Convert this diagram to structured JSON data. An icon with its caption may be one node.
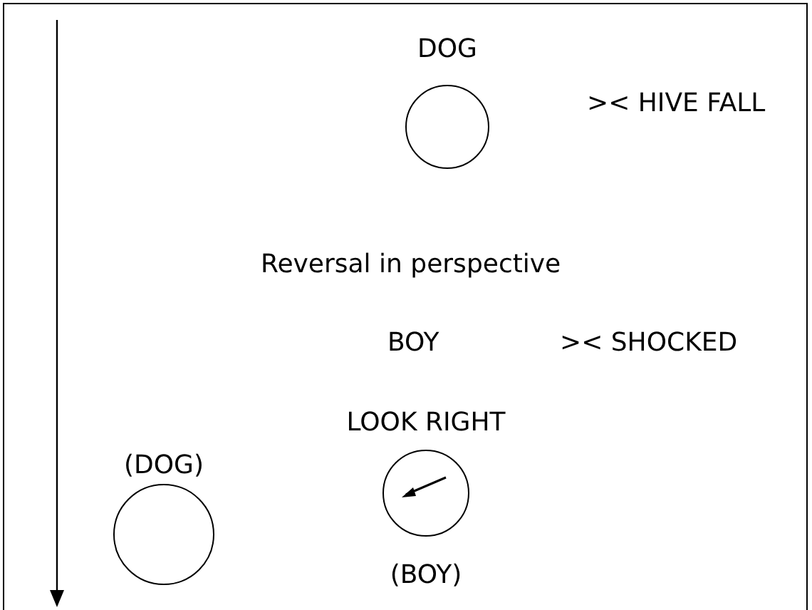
{
  "diagram": {
    "nodes": [
      {
        "text": [
          "DOG"
        ]
      },
      {
        "text": [
          "LOOK RIGHT",
          "(BOY)"
        ]
      },
      {
        "text": [
          "(DOG)"
        ]
      }
    ],
    "labels": [
      ">< HIVE FALL",
      "Reversal in perspective",
      "BOY",
      ">< SHOCKED"
    ]
  }
}
